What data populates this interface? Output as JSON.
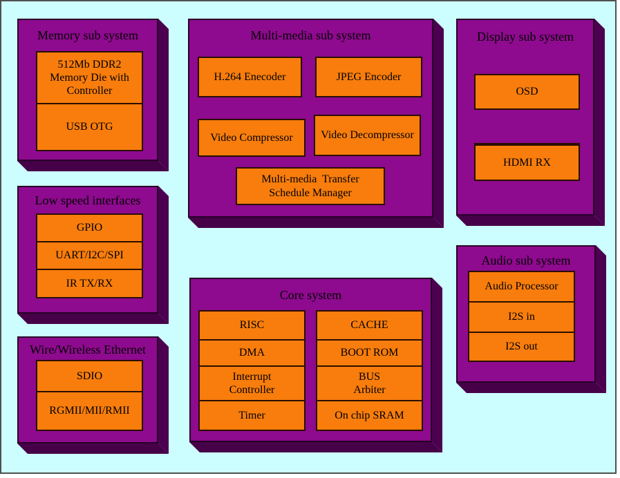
{
  "diagram": {
    "type": "soc-block-diagram",
    "canvas_background": "#cdfeff",
    "canvas_border_color": "#4f4f4f",
    "box_fill_color": "#8e0a8e",
    "box_shadow_color": "#4c0150",
    "block_fill_color": "#f87d0c",
    "text_color": "#000000"
  },
  "boxes": {
    "memory": {
      "title": "Memory sub system",
      "cells": [
        "512Mb DDR2\nMemory Die with\nController",
        "USB OTG"
      ]
    },
    "low_speed": {
      "title": "Low speed interfaces",
      "cells": [
        "GPIO",
        "UART/I2C/SPI",
        "IR TX/RX"
      ]
    },
    "ethernet": {
      "title": "Wire/Wireless Ethernet",
      "cells": [
        "SDIO",
        "RGMII/MII/RMII"
      ]
    },
    "multimedia": {
      "title": "Multi-media sub system",
      "blocks": {
        "h264": "H.264 Enecoder",
        "jpeg": "JPEG Encoder",
        "video_compressor": "Video Compressor",
        "video_decompressor": "Video Decompressor",
        "transfer_manager": "Multi-media  Transfer\nSchedule Manager"
      }
    },
    "display": {
      "title": "Display sub system",
      "blocks": {
        "osd": "OSD",
        "hdmi_rx": "HDMI RX"
      }
    },
    "core": {
      "title": "Core system",
      "left_cells": [
        "RISC",
        "DMA",
        "Interrupt\nController",
        "Timer"
      ],
      "right_cells": [
        "CACHE",
        "BOOT ROM",
        "BUS\nArbiter",
        "On chip SRAM"
      ]
    },
    "audio": {
      "title": "Audio sub system",
      "cells": [
        "Audio Processor",
        "I2S in",
        "I2S out"
      ]
    }
  }
}
